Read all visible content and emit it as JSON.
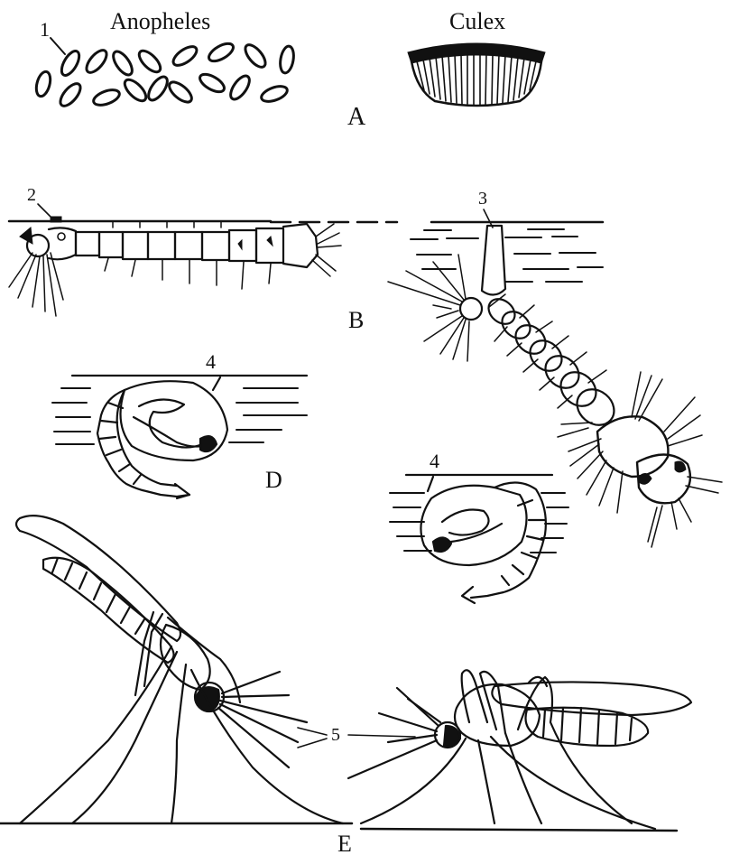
{
  "figure": {
    "labels": {
      "anopheles": "Anopheles",
      "culex": "Culex",
      "panel_a": "A",
      "panel_b": "B",
      "panel_d": "D",
      "panel_e": "E",
      "callout_1": "1",
      "callout_2": "2",
      "callout_3": "3",
      "callout_4_left": "4",
      "callout_4_right": "4",
      "callout_5": "5"
    },
    "ink_color": "#111111",
    "background": "#ffffff"
  }
}
